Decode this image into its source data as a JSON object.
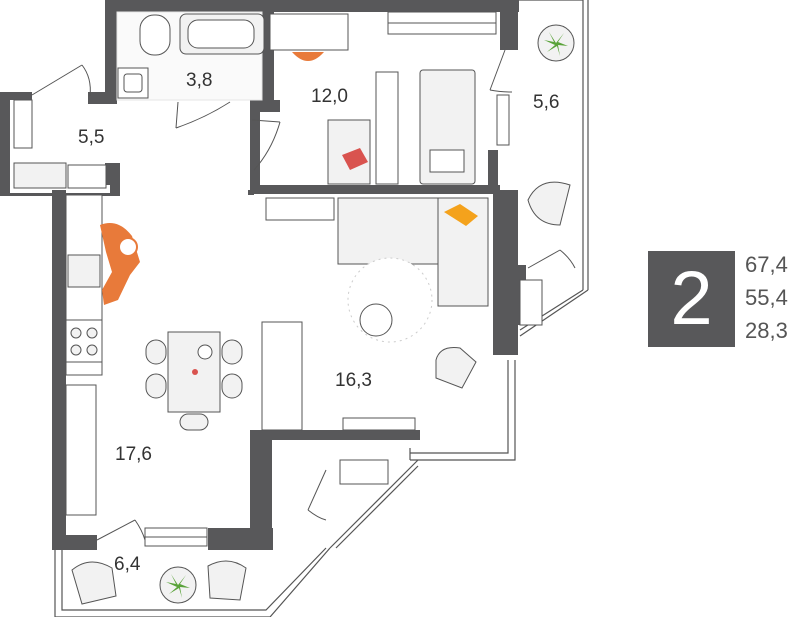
{
  "colors": {
    "wall": "#58585a",
    "accent_orange": "#e87a3a",
    "accent_red": "#d9534f",
    "plant_green": "#5aa33a",
    "furniture_fill": "#f2f2f2",
    "furniture_stroke": "#555555"
  },
  "rooms": [
    {
      "key": "bathroom",
      "area": "3,8"
    },
    {
      "key": "bedroom",
      "area": "12,0"
    },
    {
      "key": "balcony-right",
      "area": "5,6"
    },
    {
      "key": "hallway",
      "area": "5,5"
    },
    {
      "key": "living-room",
      "area": "16,3"
    },
    {
      "key": "kitchen",
      "area": "17,6"
    },
    {
      "key": "balcony-bottom",
      "area": "6,4"
    }
  ],
  "summary": {
    "rooms_count": "2",
    "stats": [
      "67,4",
      "55,4",
      "28,3"
    ]
  },
  "icons": [
    "plant-icon",
    "armchair-icon",
    "bathtub-icon",
    "toilet-icon",
    "sink-icon",
    "bed-icon",
    "sofa-icon",
    "pillow-icon",
    "stove-icon",
    "dining-table-icon",
    "chair-icon",
    "person-icon",
    "desk-icon",
    "wardrobe-icon",
    "round-rug-icon",
    "door-icon",
    "window-icon"
  ]
}
